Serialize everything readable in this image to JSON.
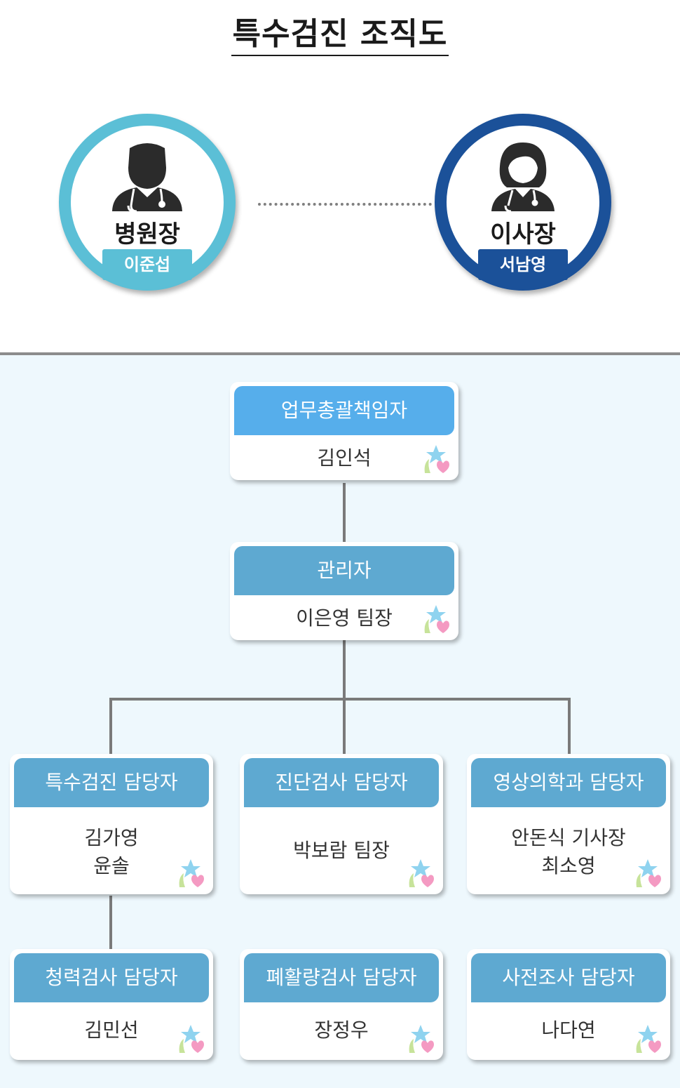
{
  "title": "특수검진 조직도",
  "leaders": [
    {
      "role": "병원장",
      "name": "이준섭",
      "color": "#5bbfd6"
    },
    {
      "role": "이사장",
      "name": "서남영",
      "color": "#1b5199"
    }
  ],
  "nodes": {
    "head": {
      "title": "업무총괄책임자",
      "names": [
        "김인석"
      ],
      "color": "#56aeeb"
    },
    "admin": {
      "title": "관리자",
      "names": [
        "이은영 팀장"
      ],
      "color": "#5ea9d1"
    },
    "special_exam": {
      "title": "특수검진 담당자",
      "names": [
        "김가영",
        "윤솔"
      ],
      "color": "#5ea9d1"
    },
    "diagnostic": {
      "title": "진단검사 담당자",
      "names": [
        "박보람 팀장"
      ],
      "color": "#5ea9d1"
    },
    "radiology": {
      "title": "영상의학과 담당자",
      "names": [
        "안돈식 기사장",
        "최소영"
      ],
      "color": "#5ea9d1"
    },
    "hearing": {
      "title": "청력검사 담당자",
      "names": [
        "김민선"
      ],
      "color": "#5ea9d1"
    },
    "lung": {
      "title": "폐활량검사 담당자",
      "names": [
        "장정우"
      ],
      "color": "#5ea9d1"
    },
    "preexam": {
      "title": "사전조사 담당자",
      "names": [
        "나다연"
      ],
      "color": "#5ea9d1"
    }
  }
}
